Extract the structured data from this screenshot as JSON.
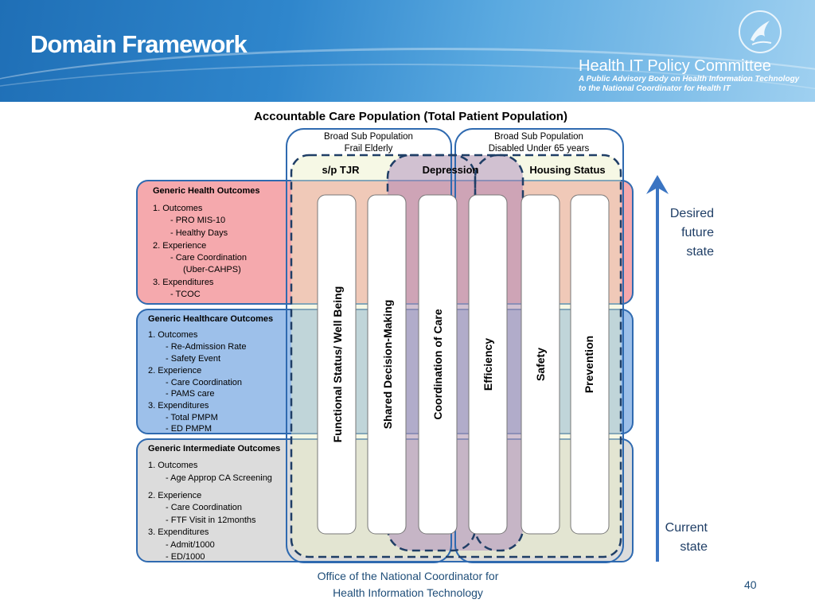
{
  "header": {
    "title": "Domain Framework",
    "logo_title": "Health IT Policy Committee",
    "logo_sub_1": "A Public Advisory Body on Health Information Technology",
    "logo_sub_2": "to the National Coordinator for Health IT",
    "icon": "hhs-eagle-logo-icon"
  },
  "diagram": {
    "population_title": "Accountable Care Population (Total Patient Population)",
    "sub_pop_1": {
      "line1": "Broad Sub Population",
      "line2": "Frail Elderly"
    },
    "sub_pop_2": {
      "line1": "Broad Sub Population",
      "line2": "Disabled Under 65 years"
    },
    "conditions": [
      "s/p TJR",
      "Depression",
      "Housing Status"
    ],
    "bands": [
      {
        "title": "Generic Health Outcomes",
        "color": "#f5a9ad",
        "lines": [
          "1.  Outcomes",
          "- PRO MIS-10",
          "- Healthy Days",
          "2.  Experience",
          "- Care Coordination",
          "(Uber-CAHPS)",
          "3.  Expenditures",
          "- TCOC"
        ]
      },
      {
        "title": "Generic Healthcare Outcomes",
        "color": "#9dc0ea",
        "lines": [
          "1.  Outcomes",
          "- Re-Admission Rate",
          "- Safety Event",
          "2.  Experience",
          "- Care Coordination",
          "- PAMS care",
          "3.  Expenditures",
          "- Total PMPM",
          "- ED PMPM"
        ]
      },
      {
        "title": "Generic Intermediate Outcomes",
        "color": "#dcdcdc",
        "lines": [
          "1.  Outcomes",
          "- Age Approp CA Screening",
          "2.  Experience",
          "- Care Coordination",
          "- FTF Visit in 12months",
          "3.  Expenditures",
          "- Admit/1000",
          "- ED/1000"
        ]
      }
    ],
    "domains": [
      "Functional Status/ Well Being",
      "Shared Decision-Making",
      "Coordination of Care",
      "Efficiency",
      "Safety",
      "Prevention"
    ],
    "arrow_top": [
      "Desired",
      "future",
      "state"
    ],
    "arrow_bottom": [
      "Current",
      "state"
    ]
  },
  "footer": {
    "line1": "Office of the National Coordinator for",
    "line2": "Health Information Technology",
    "page_number": "40"
  }
}
